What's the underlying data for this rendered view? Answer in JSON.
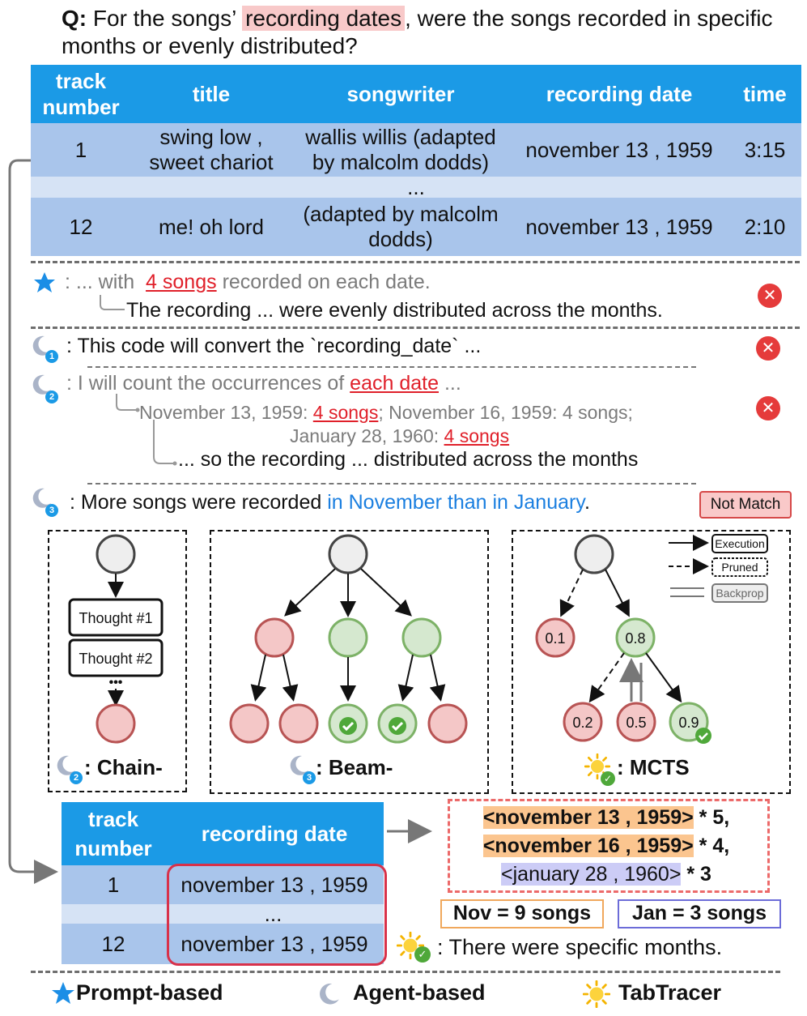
{
  "question": {
    "prefix": "Q:",
    "before": "For the songs’",
    "highlight": "recording dates",
    "after": ",  were the songs recorded in specific months or evenly distributed?"
  },
  "top_table": {
    "headers": [
      "track number",
      "title",
      "songwriter",
      "recording date",
      "time"
    ],
    "rows": [
      [
        "1",
        "swing low , sweet chariot",
        "wallis willis (adapted by malcolm dodds)",
        "november 13 , 1959",
        "3:15"
      ],
      [
        "12",
        "me! oh lord",
        "(adapted by malcolm dodds)",
        "november 13 , 1959",
        "2:10"
      ]
    ],
    "ellipsis": "..."
  },
  "prompt_row": {
    "a": ": ... with",
    "b": "4 songs",
    "c": "recorded on each date.",
    "d": "The recording ... were evenly distributed across the months."
  },
  "agent1": {
    "text": ": This code will convert the `recording_date` ..."
  },
  "agent2": {
    "a": ": I will count the occurrences of",
    "b": "each date",
    "c": "...",
    "l1a": "November 13, 1959:",
    "l1b": "4 songs",
    "l1c": "; November 16, 1959: 4 songs;",
    "l2a": "January 28, 1960:",
    "l2b": "4 songs",
    "l3": "... so the recording ... distributed across the months"
  },
  "agent3": {
    "a": ": More songs were recorded",
    "b": "in November than in January",
    "c": ".",
    "badge": "Not Match"
  },
  "diagrams": {
    "chain": {
      "thought1": "Thought #1",
      "thought2": "Thought #2",
      "dots": "•••",
      "label": ": Chain-"
    },
    "beam": {
      "label": ": Beam-"
    },
    "mcts": {
      "label": ": MCTS",
      "values": [
        "0.1",
        "0.8",
        "0.2",
        "0.5",
        "0.9"
      ],
      "legend": [
        "Execution",
        "Pruned",
        "Backprop"
      ]
    }
  },
  "bottom_table": {
    "headers": [
      "track number",
      "recording date"
    ],
    "rows": [
      [
        "1",
        "november 13 , 1959"
      ],
      [
        "12",
        "november 13 , 1959"
      ]
    ],
    "ellipsis": "..."
  },
  "counts": {
    "l1a": "<november 13 , 1959>",
    "l1b": " * 5,",
    "l2a": "<november 16 , 1959>",
    "l2b": " * 4,",
    "l3a": "<january 28 , 1960>",
    "l3b": " * 3"
  },
  "summary": {
    "nov": "Nov = 9 songs",
    "jan": "Jan = 3 songs"
  },
  "final_answer": ": There were specific months.",
  "legend": {
    "prompt": "Prompt-based",
    "agent": "Agent-based",
    "tabtracer": "TabTracer"
  },
  "colors": {
    "header_blue": "#1b9ae6",
    "red_node": "#f4c7c7",
    "green_node": "#d5e8cf",
    "orange_hl": "#fbc58f",
    "purple_hl": "#ccccf6"
  }
}
